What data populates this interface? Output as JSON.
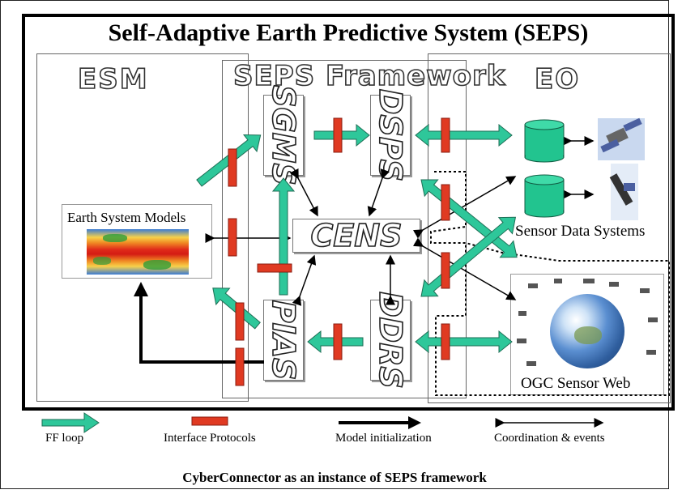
{
  "title": "Self-Adaptive Earth Predictive System (SEPS)",
  "panels": {
    "esm": "ESM",
    "framework": "SEPS Framework",
    "eo": "EO"
  },
  "modules": {
    "sgms": "SGMS",
    "dsps": "DSPS",
    "cens": "CENS",
    "pias": "PIAS",
    "ddrs": "DDRS"
  },
  "labels": {
    "earth_system_models": "Earth System Models",
    "sensor_data_systems": "Sensor Data Systems",
    "ogc_sensor_web": "OGC Sensor Web"
  },
  "legend": {
    "ff_loop": "FF loop",
    "interface_protocols": "Interface Protocols",
    "model_initialization": "Model initialization",
    "coordination_events": "Coordination & events"
  },
  "caption": "CyberConnector as an instance of SEPS framework",
  "colors": {
    "ff_arrow": "#2ec79a",
    "interface_bar": "#e03a22",
    "cylinder": "#22c48f"
  }
}
